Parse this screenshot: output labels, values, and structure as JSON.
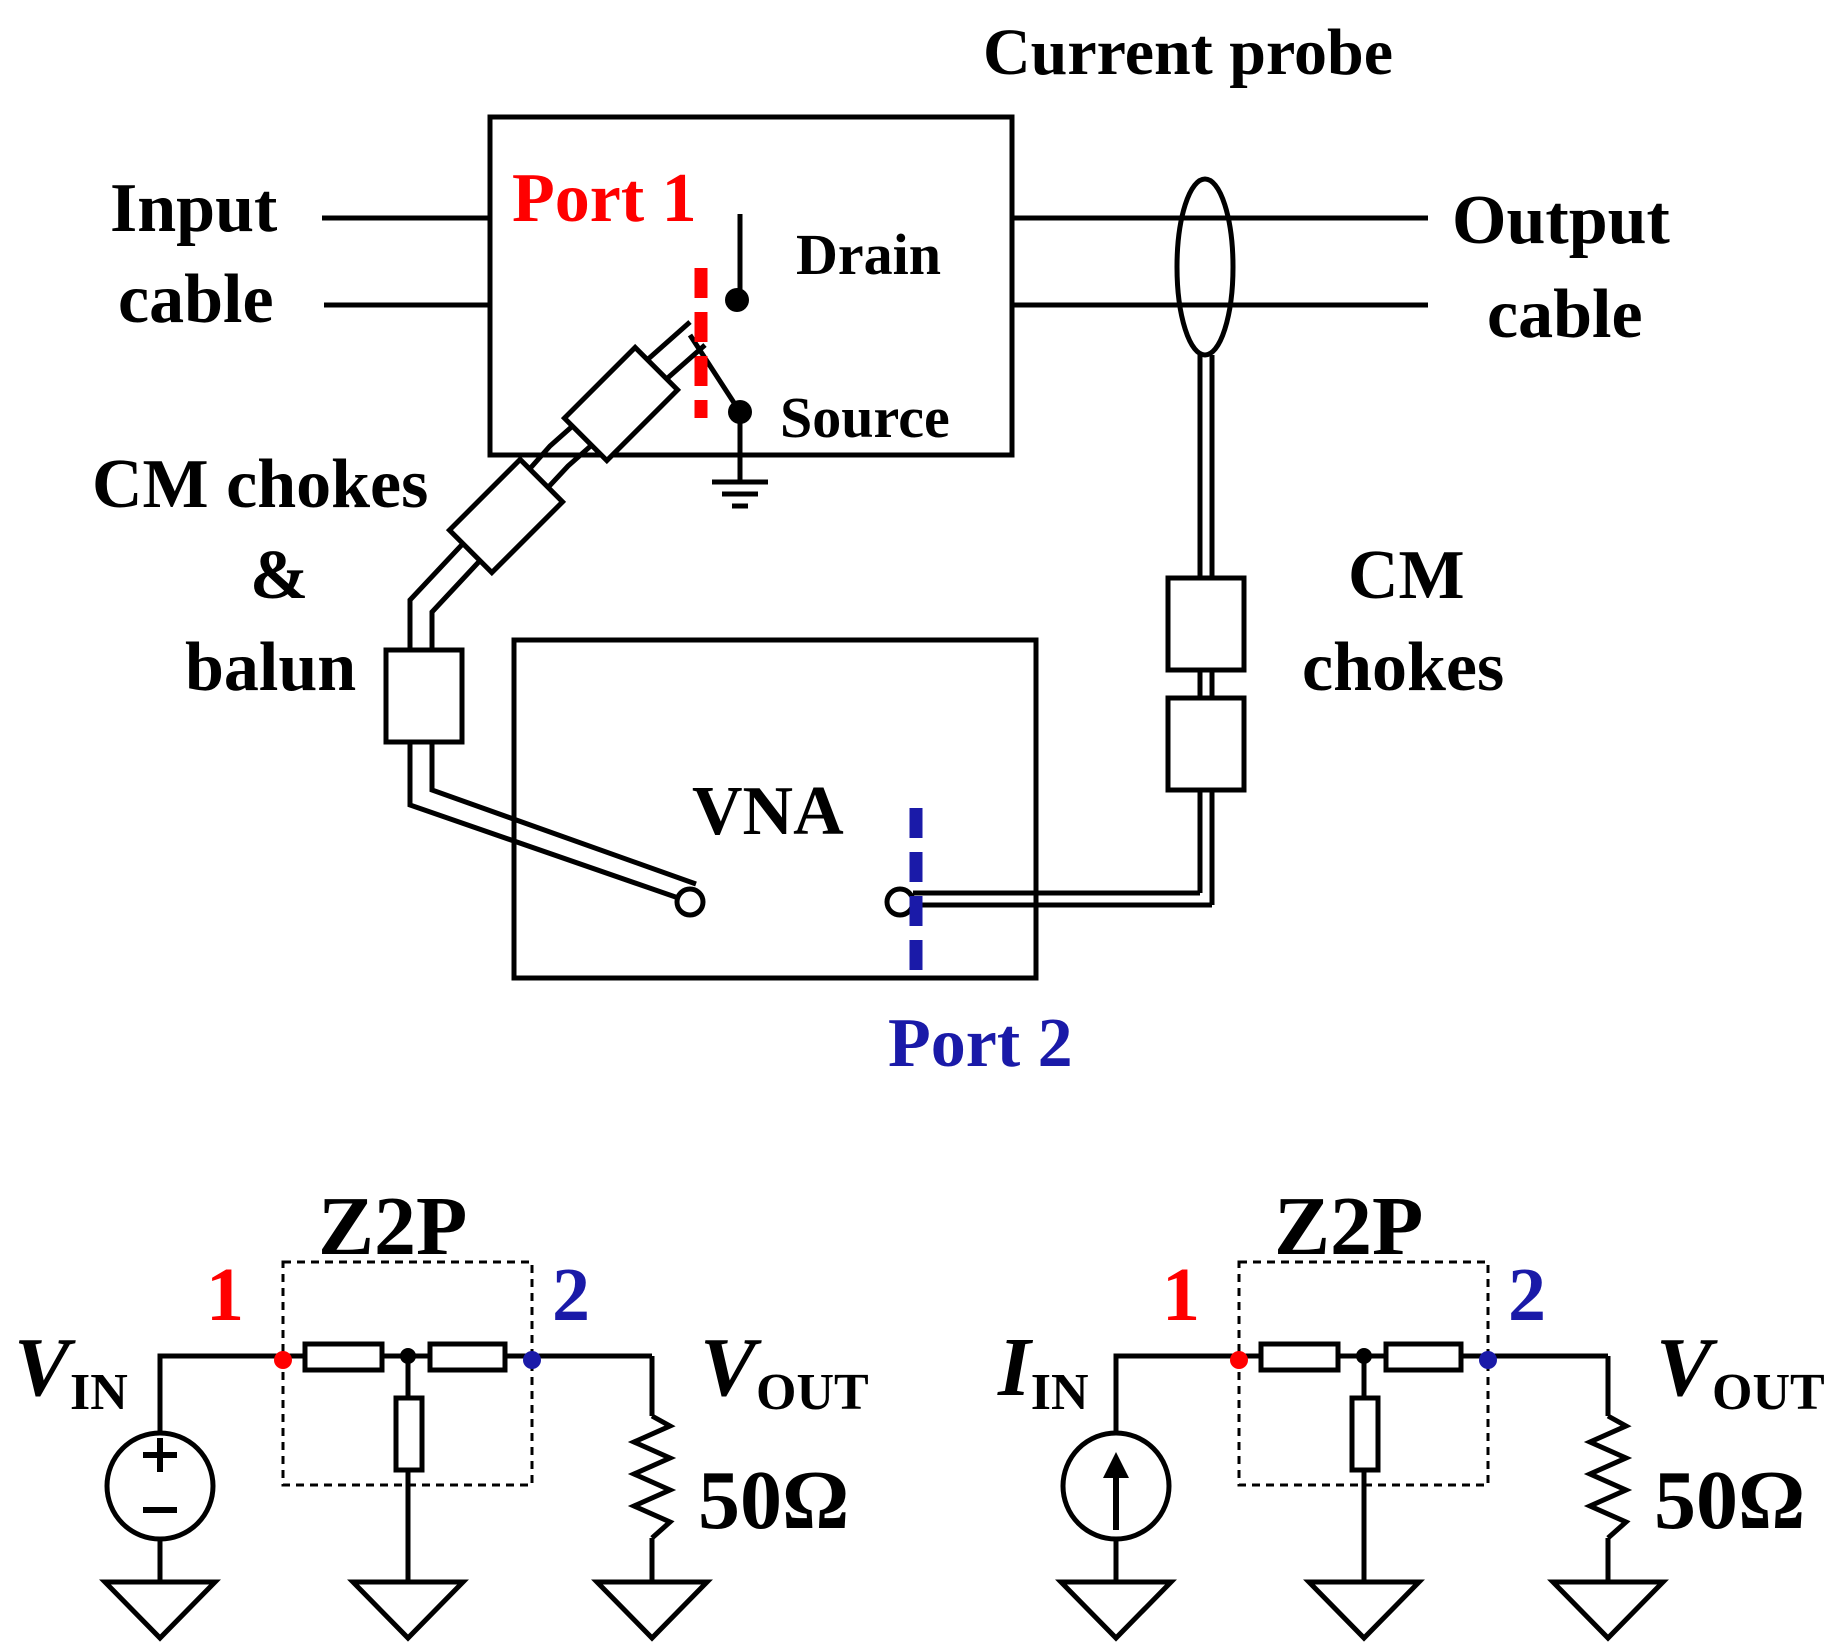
{
  "setup": {
    "current_probe_label": "Current probe",
    "input_cable_line1": "Input",
    "input_cable_line2": "cable",
    "output_cable_line1": "Output",
    "output_cable_line2": "cable",
    "port1_label": "Port 1",
    "port2_label": "Port 2",
    "drain_label": "Drain",
    "source_label": "Source",
    "cm_chokes_balun_line1": "CM chokes",
    "cm_chokes_balun_line2": "&",
    "cm_chokes_balun_line3": "balun",
    "cm_chokes_right_line1": "CM",
    "cm_chokes_right_line2": "chokes",
    "vna_label": "VNA"
  },
  "circuits": [
    {
      "network_label": "Z2P",
      "port1_number": "1",
      "port2_number": "2",
      "source_symbol": "V",
      "source_subscript": "IN",
      "output_symbol": "V",
      "output_subscript": "OUT",
      "load_label": "50Ω",
      "source_type": "voltage"
    },
    {
      "network_label": "Z2P",
      "port1_number": "1",
      "port2_number": "2",
      "source_symbol": "I",
      "source_subscript": "IN",
      "output_symbol": "V",
      "output_subscript": "OUT",
      "load_label": "50Ω",
      "source_type": "current"
    }
  ],
  "colors": {
    "port1": "#ff0000",
    "port2": "#1a1aa8",
    "line": "#000000"
  }
}
